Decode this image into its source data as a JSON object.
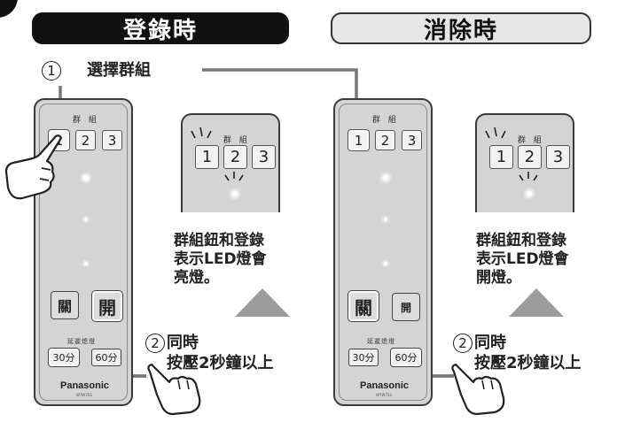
{
  "tabs": {
    "register": "登錄時",
    "delete": "消除時"
  },
  "step1": {
    "number": "1",
    "label": "選擇群組"
  },
  "step2": {
    "number": "2",
    "label_line1": "同時",
    "label_line2": "按壓2秒鐘以上"
  },
  "remote": {
    "group_label": "群 組",
    "group_buttons": [
      "1",
      "2",
      "3"
    ],
    "off_label": "關",
    "on_label": "開",
    "timer_label": "延遲熄燈",
    "timer_30": "30分",
    "timer_60": "60分",
    "brand": "Panasonic",
    "model": "WTW7SS"
  },
  "zoom": {
    "group_label": "群 組",
    "group_buttons": [
      "1",
      "2",
      "3"
    ]
  },
  "descriptions": {
    "register": "群組鈕和登錄\n表示LED燈會\n亮燈。",
    "delete": "群組鈕和登錄\n表示LED燈會\n開燈。"
  }
}
